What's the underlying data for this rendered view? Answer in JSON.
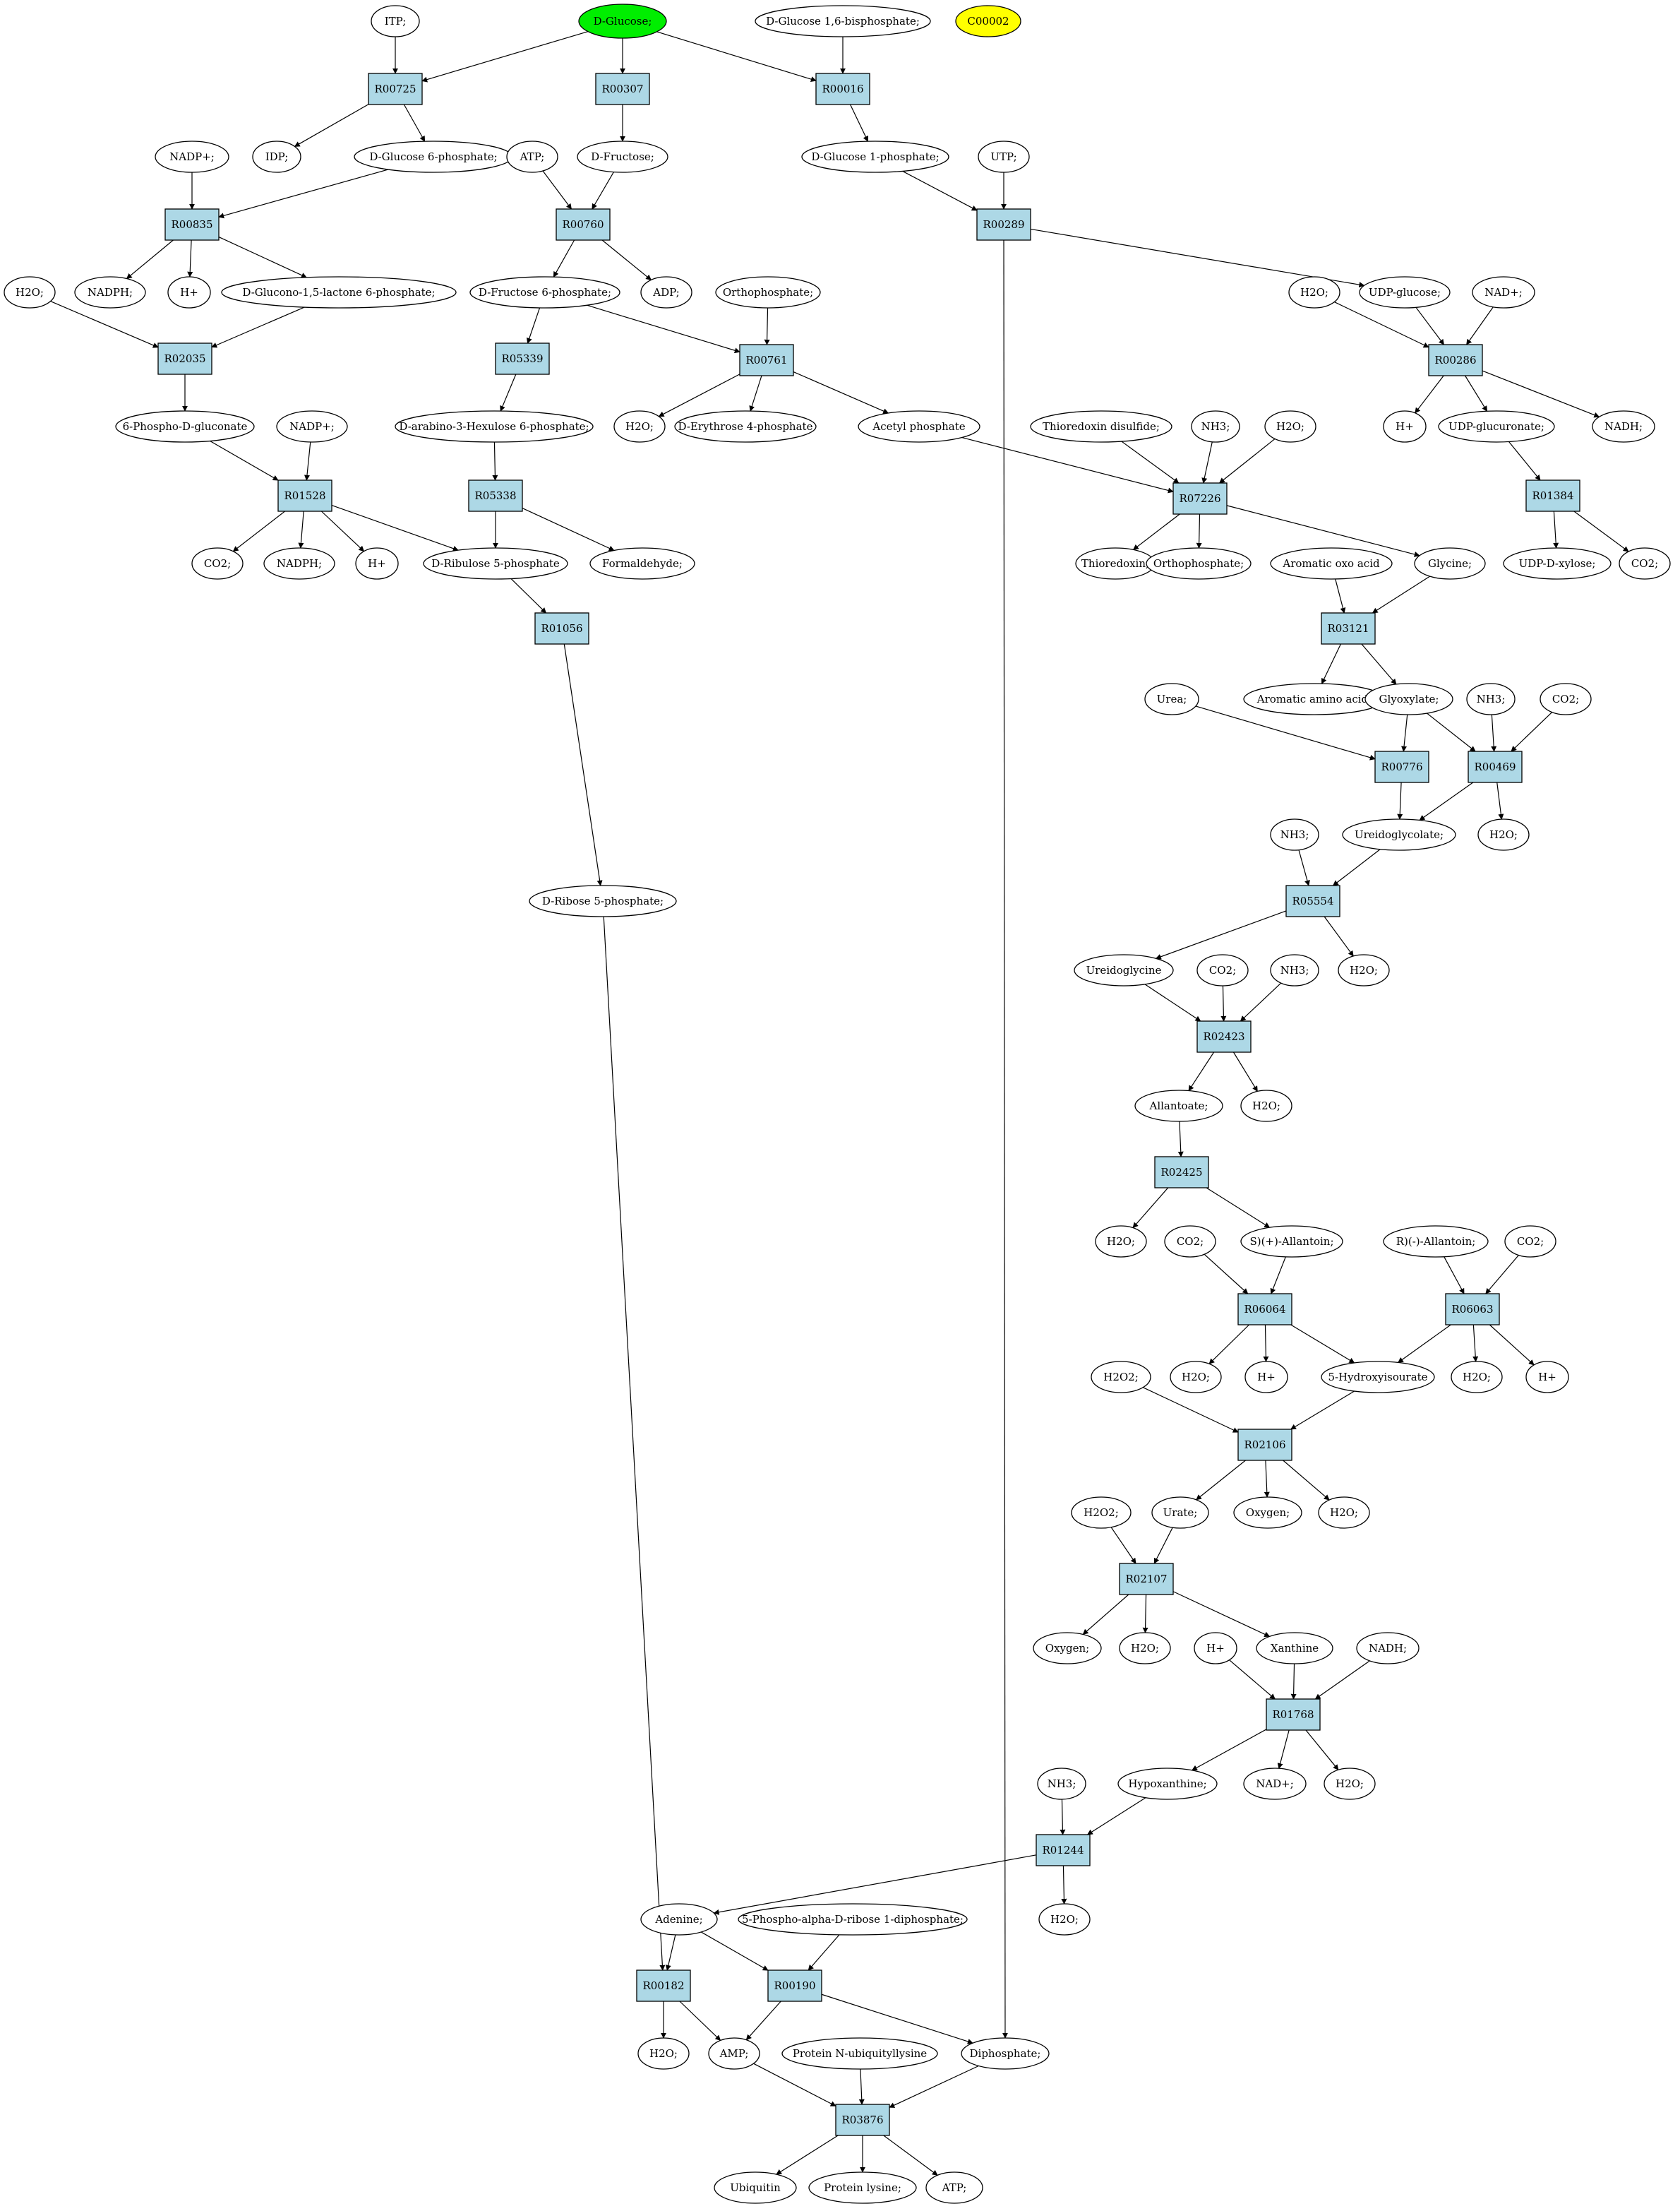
{
  "colors": {
    "reaction_fill": "#add8e6",
    "compound_fill": "#ffffff",
    "start_compound_fill": "#00ee00",
    "marked_compound_fill": "#ffff00",
    "stroke": "#000000"
  },
  "reactions": {
    "R00725": "R00725",
    "R00307": "R00307",
    "R00016": "R00016",
    "R00835": "R00835",
    "R00760": "R00760",
    "R00289": "R00289",
    "R02035": "R02035",
    "R05339": "R05339",
    "R00761": "R00761",
    "R00286": "R00286",
    "R01528": "R01528",
    "R05338": "R05338",
    "R07226": "R07226",
    "R01384": "R01384",
    "R01056": "R01056",
    "R03121": "R03121",
    "R00776": "R00776",
    "R00469": "R00469",
    "R05554": "R05554",
    "R02423": "R02423",
    "R02425": "R02425",
    "R06064": "R06064",
    "R06063": "R06063",
    "R02106": "R02106",
    "R02107": "R02107",
    "R01768": "R01768",
    "R01244": "R01244",
    "R00182": "R00182",
    "R00190": "R00190",
    "R03876": "R03876"
  },
  "compounds": {
    "c_itp": "ITP;",
    "c_glucose": "D-Glucose;",
    "c_g16bp": "D-Glucose 1,6-bisphosphate;",
    "c_c00002": "C00002",
    "c_nadp_1": "NADP+;",
    "c_idp": "IDP;",
    "c_g6p": "D-Glucose 6-phosphate;",
    "c_atp_1": "ATP;",
    "c_fructose": "D-Fructose;",
    "c_g1p": "D-Glucose 1-phosphate;",
    "c_utp": "UTP;",
    "c_h2o_1": "H2O;",
    "c_nadph_1": "NADPH;",
    "c_hplus_1": "H+",
    "c_glucono": "D-Glucono-1,5-lactone 6-phosphate;",
    "c_f6p": "D-Fructose 6-phosphate;",
    "c_adp": "ADP;",
    "c_ortho_1": "Orthophosphate;",
    "c_h2o_2": "H2O;",
    "c_udpglc": "UDP-glucose;",
    "c_nad_1": "NAD+;",
    "c_6pg": "6-Phospho-D-gluconate",
    "c_nadp_2": "NADP+;",
    "c_arabino": "D-arabino-3-Hexulose 6-phosphate;",
    "c_h2o_3": "H2O;",
    "c_e4p": "D-Erythrose 4-phosphate",
    "c_acetylp": "Acetyl phosphate",
    "c_trxss": "Thioredoxin disulfide;",
    "c_nh3_1": "NH3;",
    "c_h2o_4": "H2O;",
    "c_hplus_2": "H+",
    "c_udpglcua": "UDP-glucuronate;",
    "c_nadh_1": "NADH;",
    "c_co2_1": "CO2;",
    "c_nadph_2": "NADPH;",
    "c_hplus_3": "H+",
    "c_ru5p": "D-Ribulose 5-phosphate",
    "c_formald": "Formaldehyde;",
    "c_trx": "Thioredoxin;",
    "c_ortho_2": "Orthophosphate;",
    "c_aromoxo": "Aromatic oxo acid",
    "c_glycine": "Glycine;",
    "c_udpxyl": "UDP-D-xylose;",
    "c_co2_2": "CO2;",
    "c_aromaa": "Aromatic amino acid;",
    "c_urea": "Urea;",
    "c_glyoxylate": "Glyoxylate;",
    "c_nh3_2": "NH3;",
    "c_co2_3": "CO2;",
    "c_ureidogly": "Ureidoglycolate;",
    "c_h2o_5": "H2O;",
    "c_nh3_3": "NH3;",
    "c_r5p": "D-Ribose 5-phosphate;",
    "c_ureidoglycine": "Ureidoglycine",
    "c_co2_4": "CO2;",
    "c_nh3_4": "NH3;",
    "c_h2o_6": "H2O;",
    "c_allantoate": "Allantoate;",
    "c_h2o_7": "H2O;",
    "c_h2o_8": "H2O;",
    "c_co2_5": "CO2;",
    "c_sallantoin": "S)(+)-Allantoin;",
    "c_rallantoin": "R)(-)-Allantoin;",
    "c_co2_6": "CO2;",
    "c_h2o_9": "H2O;",
    "c_hplus_4": "H+",
    "c_5hiu": "5-Hydroxyisourate",
    "c_h2o_10": "H2O;",
    "c_hplus_5": "H+",
    "c_h2o2_1": "H2O2;",
    "c_urate": "Urate;",
    "c_oxygen_1": "Oxygen;",
    "c_h2o_11": "H2O;",
    "c_h2o2_2": "H2O2;",
    "c_oxygen_2": "Oxygen;",
    "c_h2o_12": "H2O;",
    "c_hplus_6": "H+",
    "c_xanthine": "Xanthine",
    "c_nadh_2": "NADH;",
    "c_nh3_5": "NH3;",
    "c_hypoxanthine": "Hypoxanthine;",
    "c_nad_2": "NAD+;",
    "c_h2o_13": "H2O;",
    "c_adenine": "Adenine;",
    "c_prpp": "5-Phospho-alpha-D-ribose 1-diphosphate;",
    "c_h2o_14": "H2O;",
    "c_h2o_15": "H2O;",
    "c_amp": "AMP;",
    "c_protub": "Protein N-ubiquityllysine",
    "c_diphosphate": "Diphosphate;",
    "c_ubiquitin": "Ubiquitin",
    "c_protlys": "Protein lysine;",
    "c_atp_2": "ATP;"
  }
}
